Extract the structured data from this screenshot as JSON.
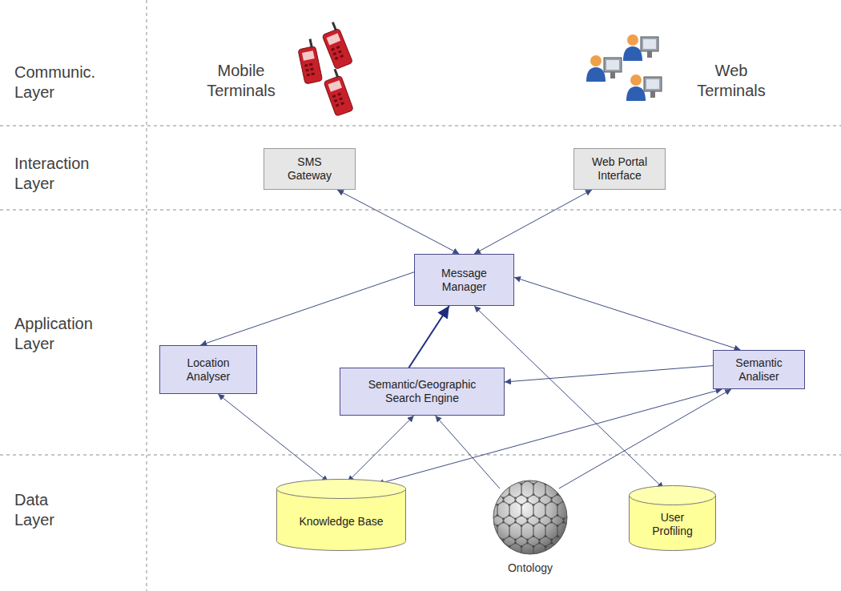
{
  "diagram": {
    "nodes": [
      {
        "text": [
          "SMS Gateway"
        ]
      },
      {
        "text": [
          "Web Portal Interface"
        ]
      },
      {
        "text": [
          "Message Manager"
        ]
      },
      {
        "text": [
          "Location Analyser"
        ]
      },
      {
        "text": [
          "Semantic/Geographic Search Engine"
        ]
      },
      {
        "text": [
          "Semantic Analiser"
        ]
      },
      {
        "text": [
          "Knowledge Base"
        ]
      },
      {
        "text": [
          "Ontology"
        ]
      },
      {
        "text": [
          "User Profiling"
        ]
      }
    ],
    "edges": [
      {
        "from": 0,
        "to": 2,
        "arrow": "both"
      },
      {
        "from": 1,
        "to": 2,
        "arrow": "both"
      },
      {
        "from": 2,
        "to": 3,
        "arrow": "to"
      },
      {
        "from": 5,
        "to": 2,
        "arrow": "both"
      },
      {
        "from": 4,
        "to": 2,
        "arrow": "to"
      },
      {
        "from": 5,
        "to": 4,
        "arrow": "to"
      },
      {
        "from": 3,
        "to": 6,
        "arrow": "both"
      },
      {
        "from": 4,
        "to": 6,
        "arrow": "both"
      },
      {
        "from": 7,
        "to": 4,
        "arrow": "to"
      },
      {
        "from": 5,
        "to": 6,
        "arrow": "both"
      },
      {
        "from": 7,
        "to": 5,
        "arrow": "to"
      },
      {
        "from": 2,
        "to": 8,
        "arrow": "both"
      }
    ],
    "labels": [
      "Communic. Layer",
      "Mobile Terminals",
      "Web Terminals",
      "Interaction Layer",
      "Application Layer",
      "Data Layer"
    ]
  }
}
